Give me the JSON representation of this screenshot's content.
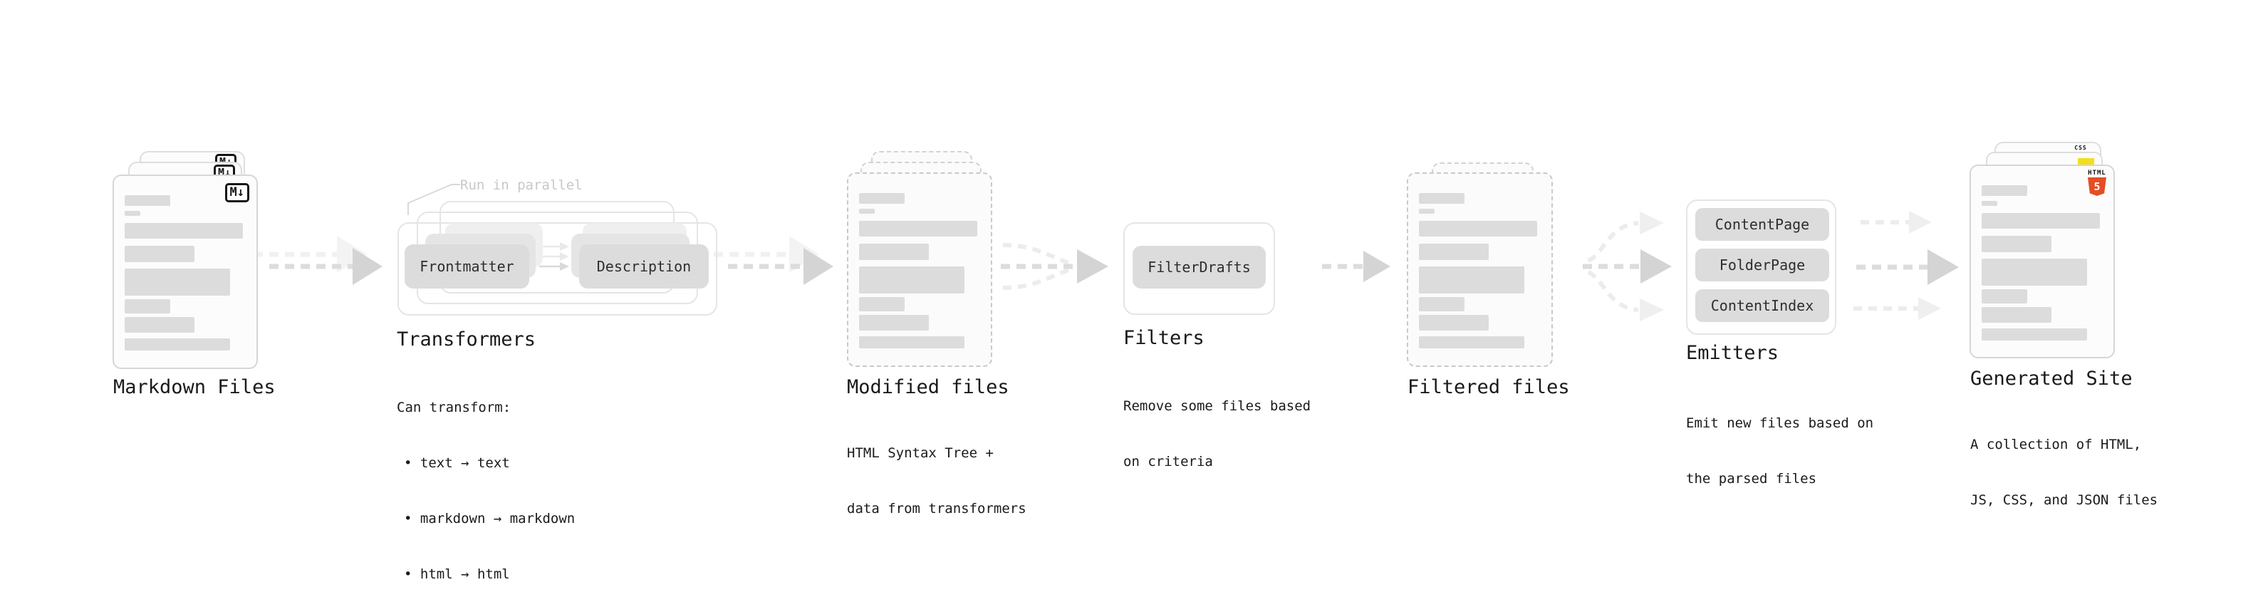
{
  "diagram": {
    "markdown_files": {
      "label": "Markdown Files",
      "badge": "M↓"
    },
    "transformers": {
      "heading": "Transformers",
      "annotation": "Run in parallel",
      "chips": {
        "left": "Frontmatter",
        "right": "Description"
      },
      "notes": [
        "Can transform:",
        "• text → text",
        "• markdown → markdown",
        "• html → html"
      ]
    },
    "modified_files": {
      "label": "Modified files",
      "notes": [
        "HTML Syntax Tree +",
        "data from transformers"
      ]
    },
    "filters": {
      "heading": "Filters",
      "chip": "FilterDrafts",
      "notes": [
        "Remove some files based",
        "on criteria"
      ]
    },
    "filtered_files": {
      "label": "Filtered files"
    },
    "emitters": {
      "heading": "Emitters",
      "chips": [
        "ContentPage",
        "FolderPage",
        "ContentIndex"
      ],
      "notes": [
        "Emit new files based on",
        "the parsed files"
      ]
    },
    "generated_site": {
      "label": "Generated Site",
      "notes": [
        "A collection of HTML,",
        "JS, CSS, and JSON files"
      ],
      "html5_badge": {
        "top": "HTML",
        "number": "5"
      },
      "css_badge": "CSS"
    },
    "colors": {
      "html5_orange": "#e44d26",
      "js_yellow": "#f5de19",
      "css_blue": "#2965f1",
      "chip_grey": "#dcdcdc",
      "arrow_grey": "#dcdcdc",
      "text_dark": "#1a1a1a",
      "annotation_grey": "#c8c8c8"
    }
  }
}
